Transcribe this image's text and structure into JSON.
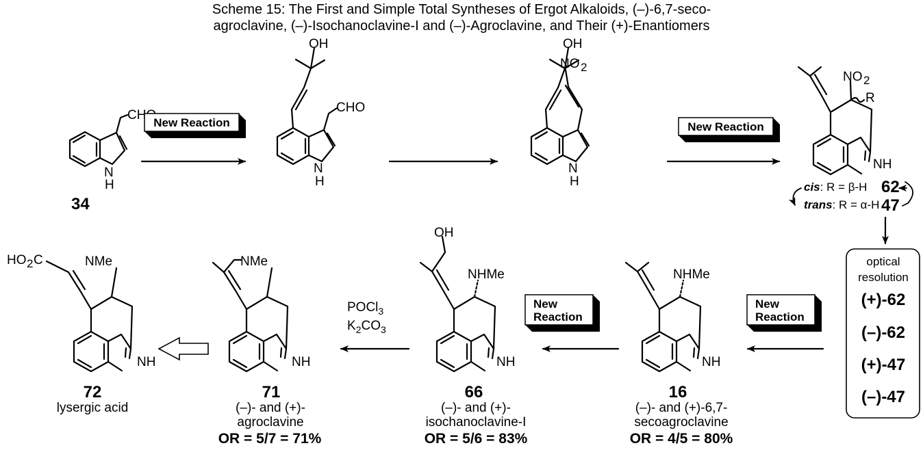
{
  "title": {
    "line1": "Scheme 15: The First and Simple Total Syntheses of Ergot Alkaloids, (–)-6,7-seco-",
    "line2": "agroclavine, (–)-Isochanoclavine-I and (–)-Agroclavine, and Their (+)-Enantiomers"
  },
  "badges": {
    "new_reaction": "New Reaction",
    "new": "New",
    "reaction": "Reaction"
  },
  "atoms": {
    "cho": "CHO",
    "oh": "OH",
    "nh": "NH",
    "n": "N",
    "h": "H",
    "no": "NO",
    "sub2": "2",
    "r": "R",
    "nme": "NMe",
    "nhme": "NHMe",
    "ho": "HO",
    "c": "C"
  },
  "reagents": {
    "pocl": "POCl",
    "sub3": "3",
    "k": "K",
    "co": "CO",
    "sub2": "2"
  },
  "compounds": {
    "c34": {
      "number": "34"
    },
    "c62": {
      "number": "62"
    },
    "c47": {
      "number": "47"
    },
    "c16": {
      "number": "16",
      "name1": "(–)- and (+)-6,7-",
      "name2": "secoagroclavine",
      "yield": "OR = 4/5 = 80%"
    },
    "c66": {
      "number": "66",
      "name1": "(–)- and (+)-",
      "name2": "isochanoclavine-I",
      "yield": "OR = 5/6 = 83%"
    },
    "c71": {
      "number": "71",
      "name1": "(–)- and (+)-",
      "name2": "agroclavine",
      "yield": "OR = 5/7 = 71%"
    },
    "c72": {
      "number": "72",
      "name1": "lysergic acid"
    }
  },
  "isomers": {
    "cis_label": "cis",
    "cis_text": ": R = β-H",
    "trans_label": "trans",
    "trans_text": ": R = α-H"
  },
  "resolution": {
    "line1": "optical",
    "line2": "resolution",
    "items": [
      "(+)-62",
      "(–)-62",
      "(+)-47",
      "(–)-47"
    ]
  }
}
